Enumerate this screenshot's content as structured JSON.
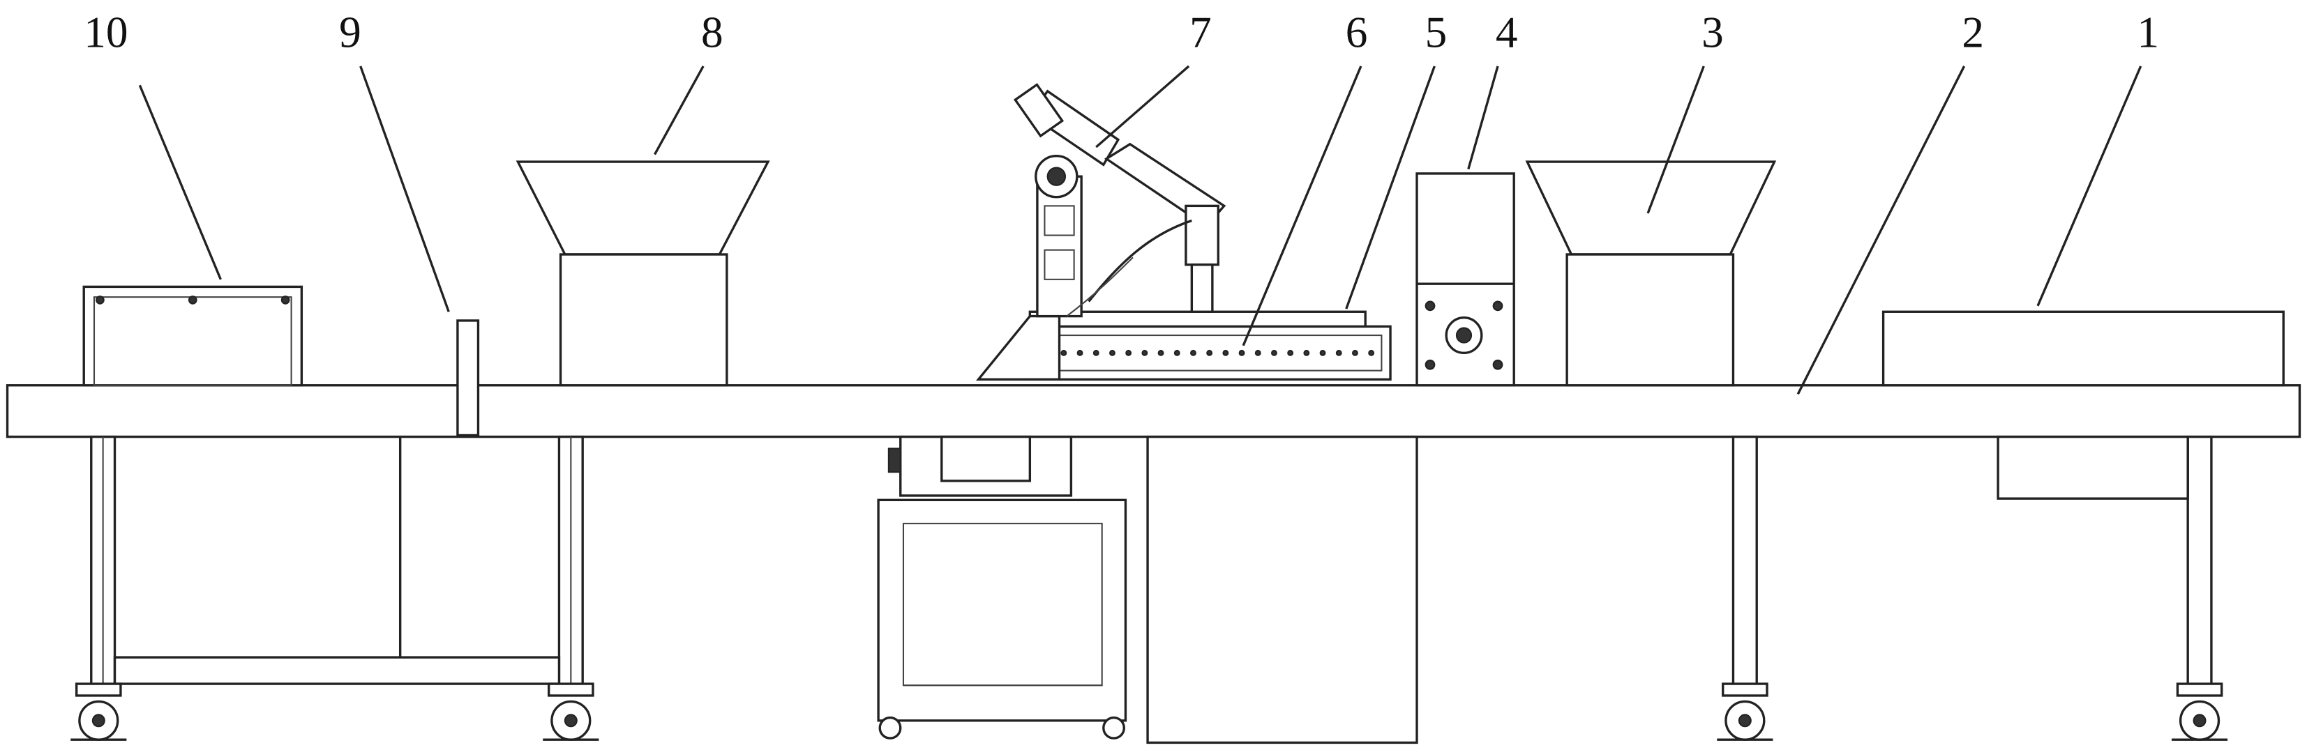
{
  "figure": {
    "labels": [
      "10",
      "9",
      "8",
      "7",
      "6",
      "5",
      "4",
      "3",
      "2",
      "1"
    ]
  }
}
